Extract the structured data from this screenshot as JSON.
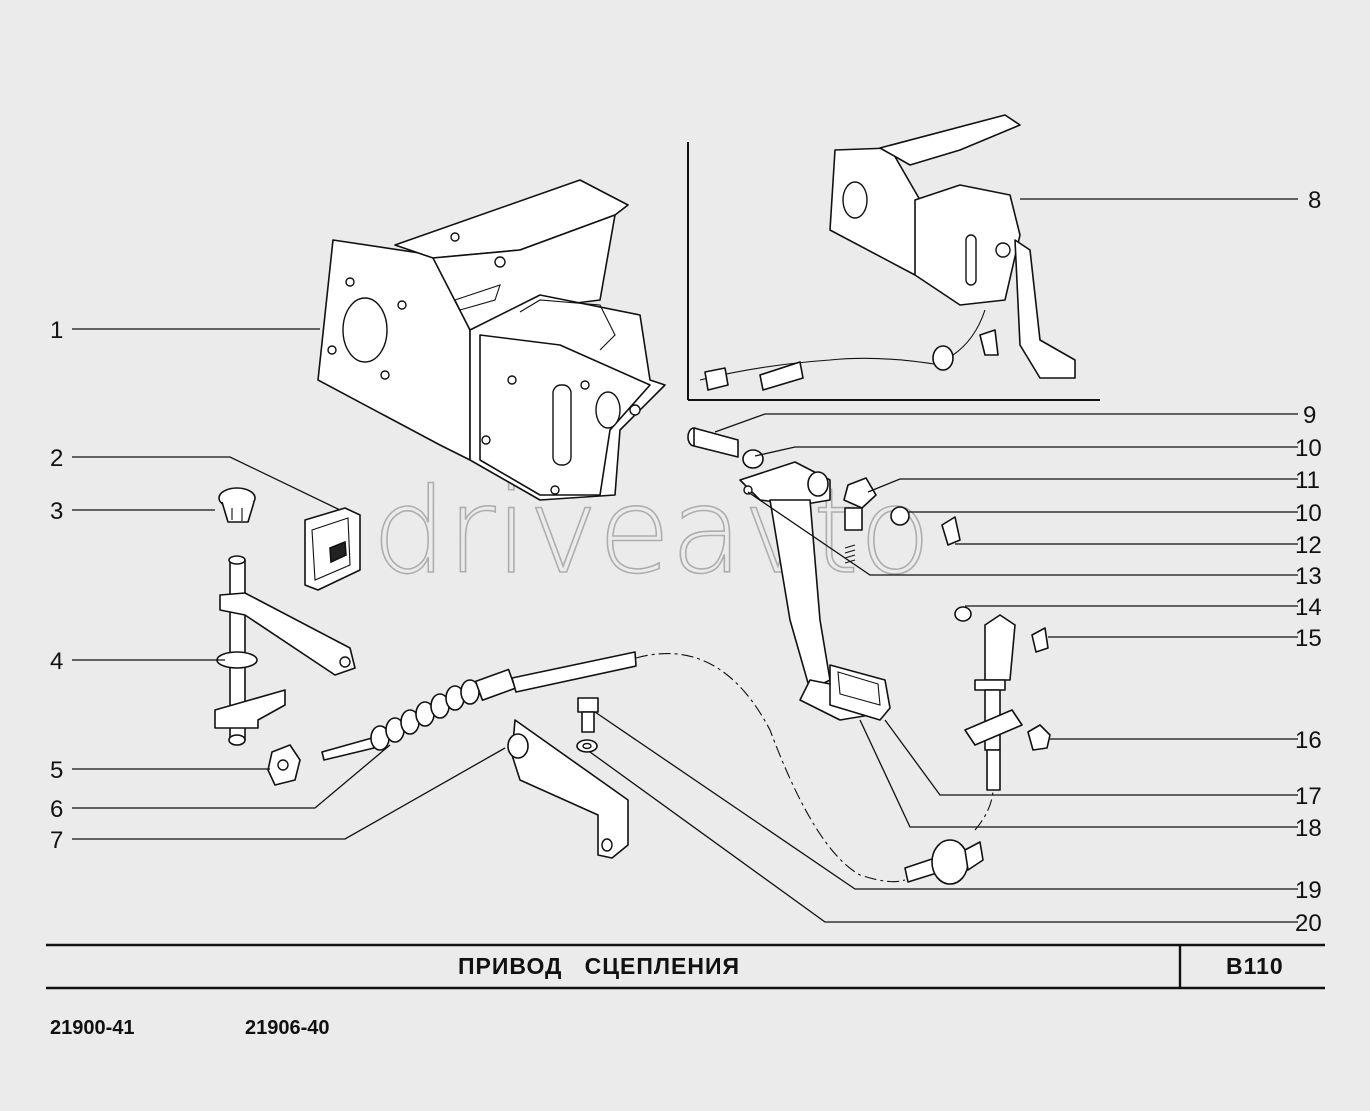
{
  "diagram": {
    "title": "ПРИВОД   СЦЕПЛЕНИЯ",
    "page_code": "В110",
    "watermark": "driveavto",
    "model_codes": [
      "21900-41",
      "21906-40"
    ],
    "callouts": [
      {
        "number": "1"
      },
      {
        "number": "2"
      },
      {
        "number": "3"
      },
      {
        "number": "4"
      },
      {
        "number": "5"
      },
      {
        "number": "6"
      },
      {
        "number": "7"
      },
      {
        "number": "8"
      },
      {
        "number": "9"
      },
      {
        "number": "10"
      },
      {
        "number": "11"
      },
      {
        "number": "10"
      },
      {
        "number": "12"
      },
      {
        "number": "13"
      },
      {
        "number": "14"
      },
      {
        "number": "15"
      },
      {
        "number": "16"
      },
      {
        "number": "17"
      },
      {
        "number": "18"
      },
      {
        "number": "19"
      },
      {
        "number": "20"
      }
    ]
  }
}
